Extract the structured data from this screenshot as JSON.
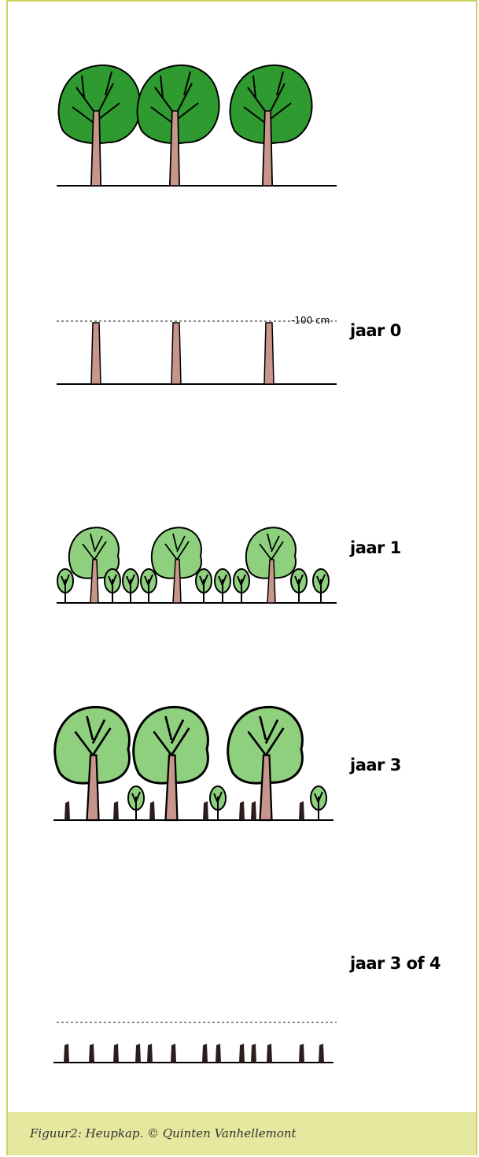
{
  "cut_height_label": "-100 cm",
  "stages": [
    {
      "label": "jaar 0"
    },
    {
      "label": "jaar 1"
    },
    {
      "label": "jaar 3"
    },
    {
      "label": "jaar 3 of 4"
    }
  ],
  "caption": "Figuur2: Heupkap. © Quinten Vanhellemont",
  "colors": {
    "frame": "#cdd35a",
    "caption_bg": "#e6e8a0",
    "trunk": "#c8958a",
    "crown_mature": "#2f9a2f",
    "crown_young": "#8fd07f",
    "stump": "#2a1d1a"
  }
}
